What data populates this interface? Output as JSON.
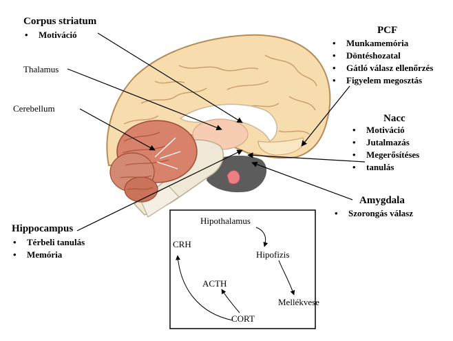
{
  "regions": {
    "corpus_striatum": {
      "title": "Corpus striatum",
      "items": [
        "Motiváció"
      ]
    },
    "thalamus": {
      "title": "Thalamus"
    },
    "cerebellum": {
      "title": "Cerebellum"
    },
    "hippocampus": {
      "title": "Hippocampus",
      "items": [
        "Térbeli tanulás",
        "Memória"
      ]
    },
    "pcf": {
      "title": "PCF",
      "items": [
        "Munkamemória",
        "Döntéshozatal",
        "Gátló válasz ellenőrzés",
        "Figyelem megosztás"
      ]
    },
    "nacc": {
      "title": "Nacc",
      "items": [
        "Motiváció",
        "Jutalmazás",
        "Megerősítéses",
        "tanulás"
      ]
    },
    "amygdala": {
      "title": "Amygdala",
      "items": [
        "Szorongás válasz"
      ]
    }
  },
  "hpa_axis": {
    "nodes": {
      "hipothalamus": "Hipothalamus",
      "hipofizis": "Hipofizis",
      "mellekvese": "Mellékvese",
      "cort": "CORT",
      "acth": "ACTH",
      "crh": "CRH"
    }
  },
  "colors": {
    "cortex": "#f7dcae",
    "cortex_outline": "#b78b57",
    "cerebellum": "#d9826b",
    "cerebellum_dark": "#b1553f",
    "brainstem": "#efe8d6",
    "brainstem_outline": "#b8ad90",
    "thalamus": "#f6cdb3",
    "dark_region": "#5c5c5c",
    "amygdala": "#ec7f86",
    "background": "#ffffff"
  }
}
